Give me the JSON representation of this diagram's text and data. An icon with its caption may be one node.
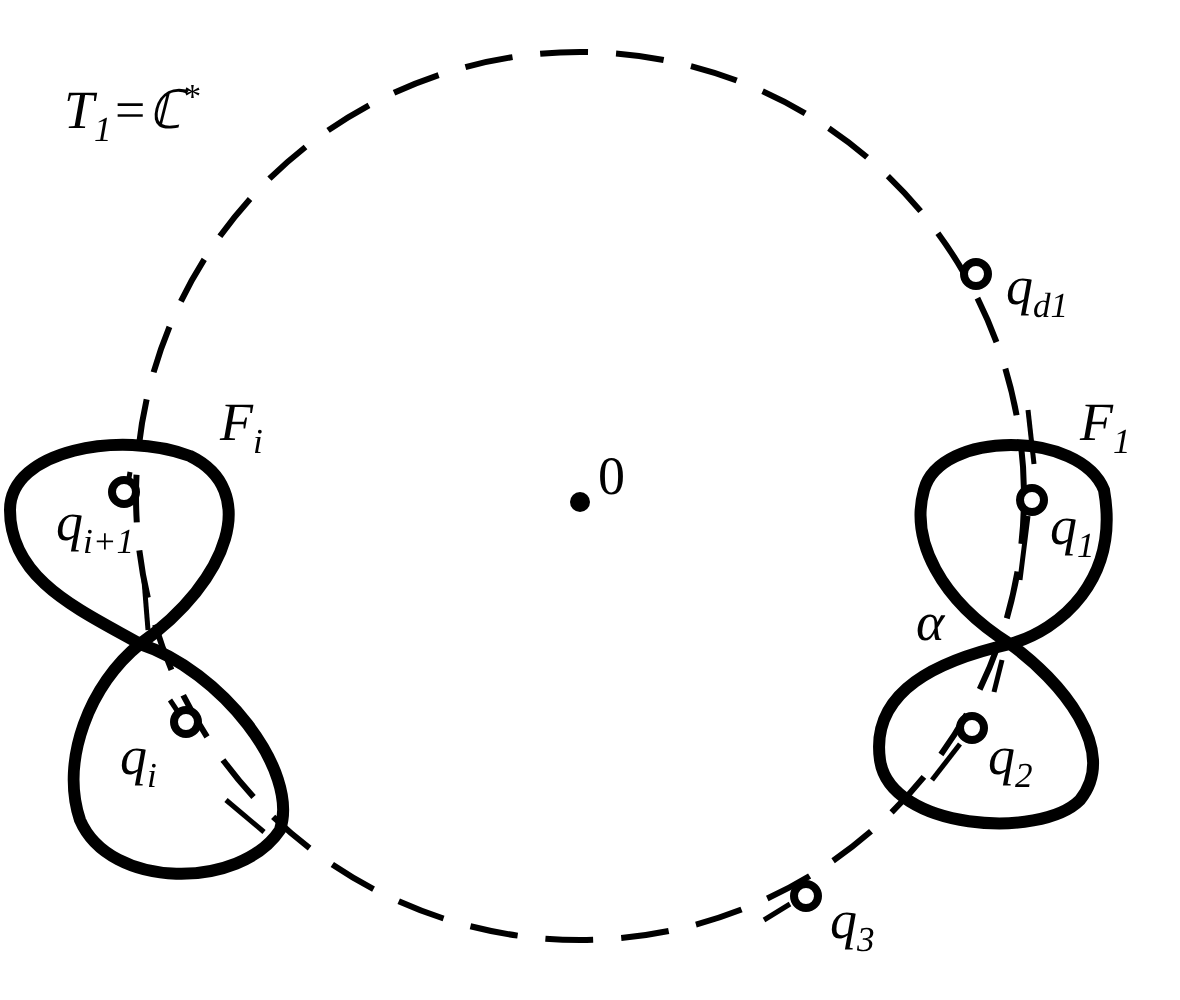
{
  "diagram": {
    "labels": [
      "T$_{1}$=ℂ$^{*}$",
      "q$_{d1}$",
      "F$_{i}$",
      "F$_{1}$",
      "q$_{i+1}$",
      "0",
      "q$_{1}$",
      "α",
      "q$_{i}$",
      "q$_{2}$",
      "q$_{3}$"
    ]
  }
}
